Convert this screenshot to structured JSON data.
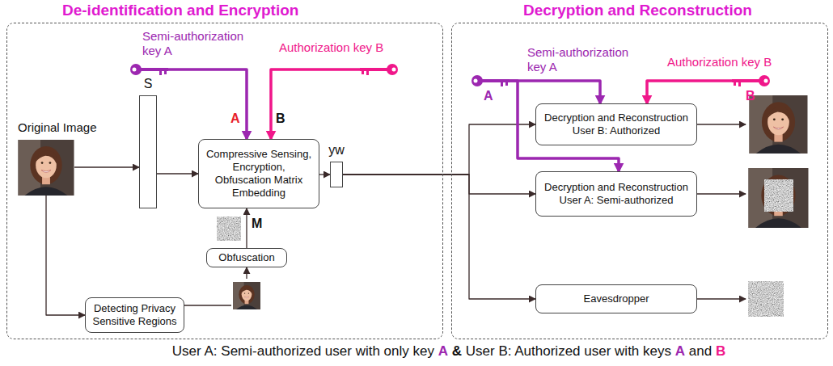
{
  "diagram": {
    "caption": "User A: Semi-authorized user with only key A & User B: Authorized user with keys A and B",
    "nodes": [
      {
        "text": [
          "De-identification and Encryption"
        ]
      },
      {
        "text": [
          "Semi-authorization key A"
        ],
        "in": 0
      },
      {
        "text": [
          "Authorization key B"
        ],
        "in": 0
      },
      {
        "text": [
          "Original Image"
        ],
        "in": 0
      },
      {
        "text": [
          "S"
        ],
        "in": 0
      },
      {
        "text": [
          "Compressive Sensing, Encryption, Obfuscation Matrix Embedding"
        ],
        "in": 0
      },
      {
        "text": [
          "yw"
        ],
        "in": 0
      },
      {
        "text": [
          "Obfuscation"
        ],
        "in": 0
      },
      {
        "text": [
          "Detecting Privacy Sensitive Regions"
        ],
        "in": 0
      },
      {
        "text": [
          "Decryption and Reconstruction"
        ]
      },
      {
        "text": [
          "Semi-authorization key A"
        ],
        "in": 9
      },
      {
        "text": [
          "Authorization key B"
        ],
        "in": 9
      },
      {
        "text": [
          "Decryption and Reconstruction User B: Authorized"
        ],
        "in": 9
      },
      {
        "text": [
          "Decryption and Reconstruction User A: Semi-authorized"
        ],
        "in": 9
      },
      {
        "text": [
          "Eavesdropper"
        ],
        "in": 9
      }
    ],
    "edges": [
      {
        "from": 1,
        "to": 5,
        "arrow": "to",
        "label": "A"
      },
      {
        "from": 2,
        "to": 5,
        "arrow": "to",
        "label": "B"
      },
      {
        "from": 3,
        "to": 4,
        "arrow": "to"
      },
      {
        "from": 4,
        "to": 5,
        "arrow": "to"
      },
      {
        "from": 5,
        "to": 6,
        "arrow": "to"
      },
      {
        "from": 3,
        "to": 8,
        "arrow": "to"
      },
      {
        "from": 8,
        "to": 7,
        "arrow": "to"
      },
      {
        "from": 7,
        "to": 5,
        "arrow": "to",
        "label": "M"
      },
      {
        "from": 6,
        "to": 12,
        "arrow": "to"
      },
      {
        "from": 6,
        "to": 13,
        "arrow": "to"
      },
      {
        "from": 6,
        "to": 14,
        "arrow": "to"
      },
      {
        "from": 10,
        "to": 12,
        "arrow": "to",
        "label": "A"
      },
      {
        "from": 10,
        "to": 13,
        "arrow": "to"
      },
      {
        "from": 11,
        "to": 12,
        "arrow": "to",
        "label": "B"
      }
    ]
  }
}
